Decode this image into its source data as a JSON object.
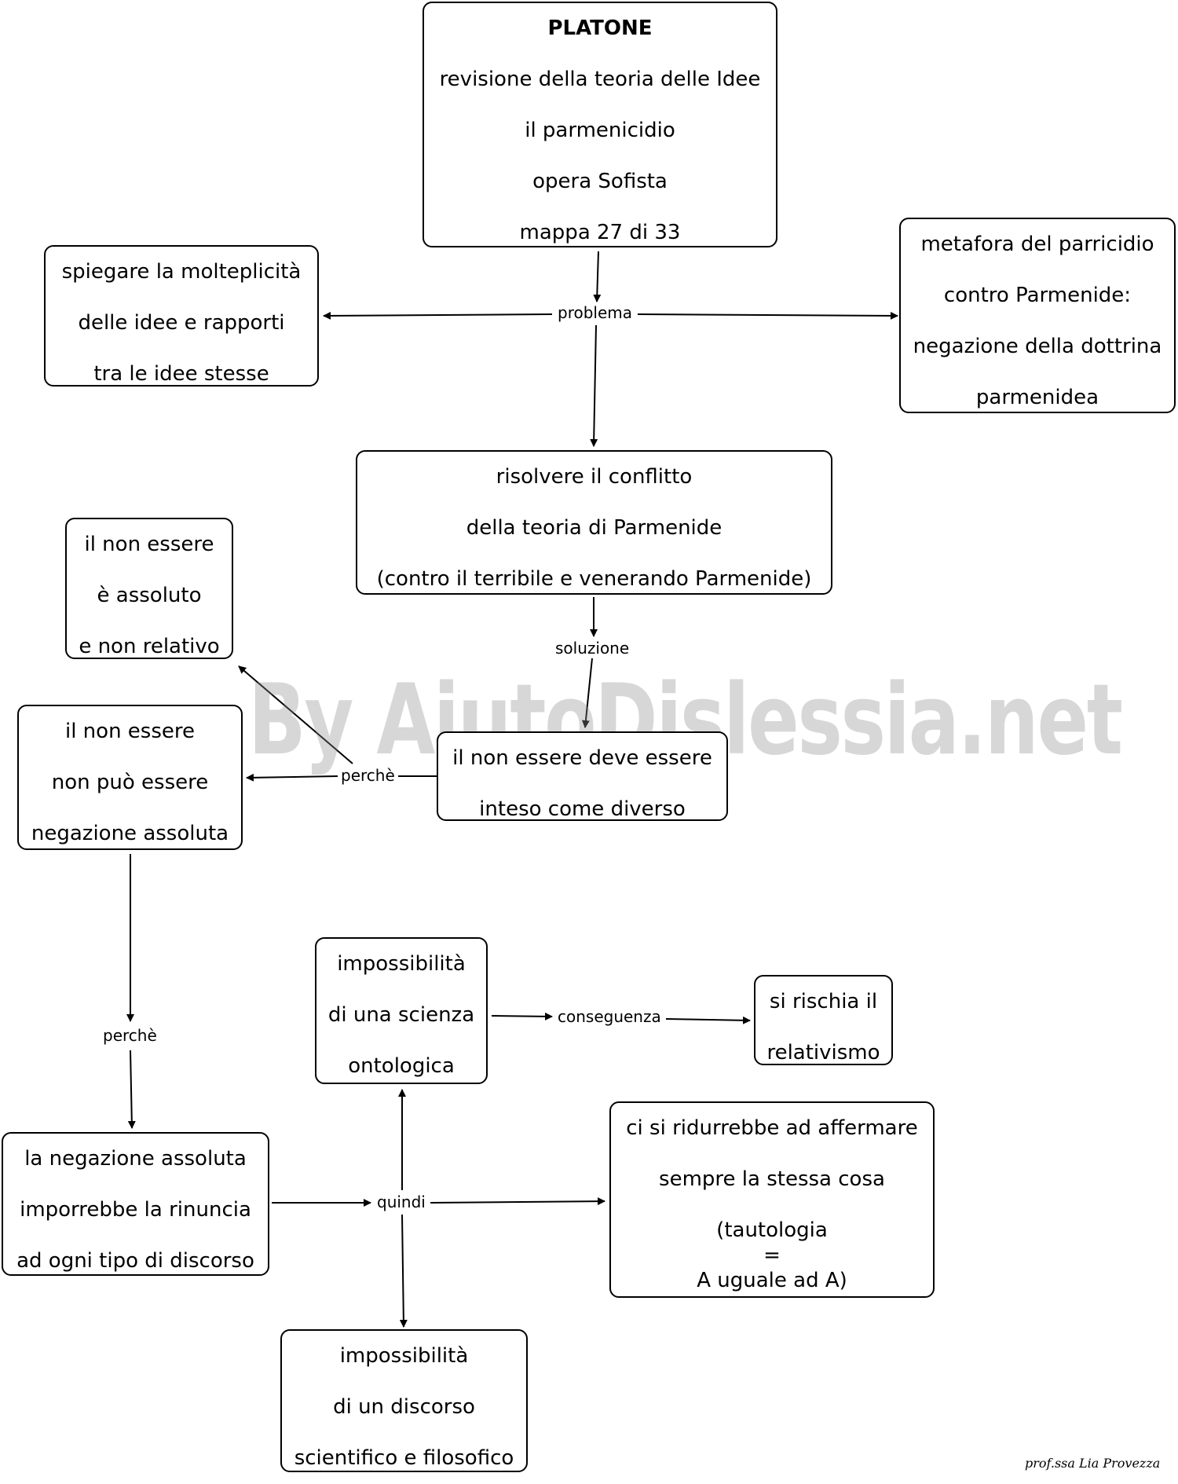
{
  "nodes": {
    "platone": [
      "PLATONE",
      "revisione della teoria delle Idee",
      "il parmenicidio",
      "opera  Sofista",
      "mappa 27 di 33"
    ],
    "molteplicita": [
      "spiegare la molteplicità",
      "delle idee e rapporti",
      "tra le idee stesse"
    ],
    "metafora": [
      "metafora del parricidio",
      "contro Parmenide:",
      "negazione della dottrina",
      "parmenidea"
    ],
    "conflitto": [
      "risolvere il conflitto",
      "della teoria di Parmenide",
      "(contro il terribile e venerando Parmenide)"
    ],
    "assoluto": [
      "il non essere",
      "è assoluto",
      "e non relativo"
    ],
    "diverso": [
      "il non essere deve essere",
      "inteso come diverso"
    ],
    "negazione": [
      "il non essere",
      "non può essere",
      "negazione assoluta"
    ],
    "scienza": [
      "impossibilità",
      "di una scienza",
      "ontologica"
    ],
    "relativismo": [
      "si rischia il",
      "relativismo"
    ],
    "rinuncia": [
      "la negazione assoluta",
      "imporrebbe la rinuncia",
      "ad ogni tipo di discorso"
    ],
    "tautologia": [
      "ci si ridurrebbe ad affermare",
      "sempre la stessa cosa",
      "(tautologia",
      "=",
      "A uguale ad A)"
    ],
    "discorso": [
      "impossibilità",
      "di un discorso",
      "scientifico e filosofico"
    ]
  },
  "labels": {
    "problema": "problema",
    "soluzione": "soluzione",
    "perche_1": "perchè",
    "perche_2": "perchè",
    "conseguenza": "conseguenza",
    "quindi": "quindi"
  },
  "watermark": "By AiutoDislessia.net",
  "signature": "prof.ssa Lia Provezza"
}
